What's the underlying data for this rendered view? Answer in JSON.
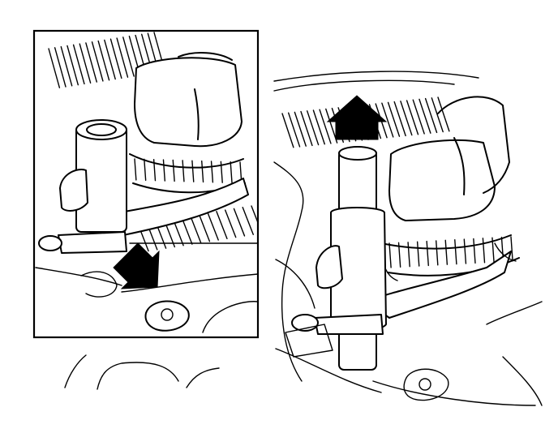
{
  "colors": {
    "ink": "#000000",
    "paper": "#ffffff"
  },
  "panels": [
    {
      "id": "inset",
      "arrow_direction": "down-right"
    },
    {
      "id": "main",
      "arrow_direction": "up"
    }
  ]
}
